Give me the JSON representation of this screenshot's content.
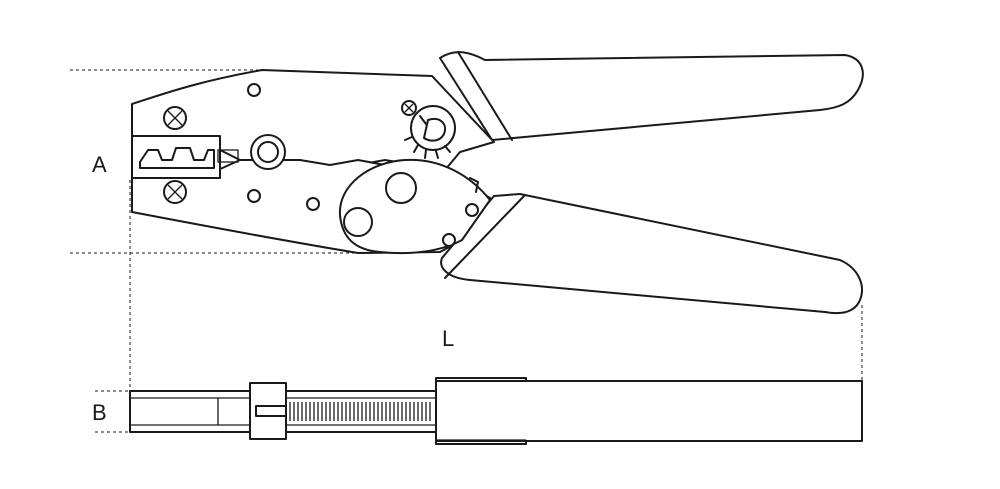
{
  "labels": {
    "a": "A",
    "l": "L",
    "b": "B"
  },
  "colors": {
    "line": "#1a1a1a",
    "background": "#ffffff"
  }
}
